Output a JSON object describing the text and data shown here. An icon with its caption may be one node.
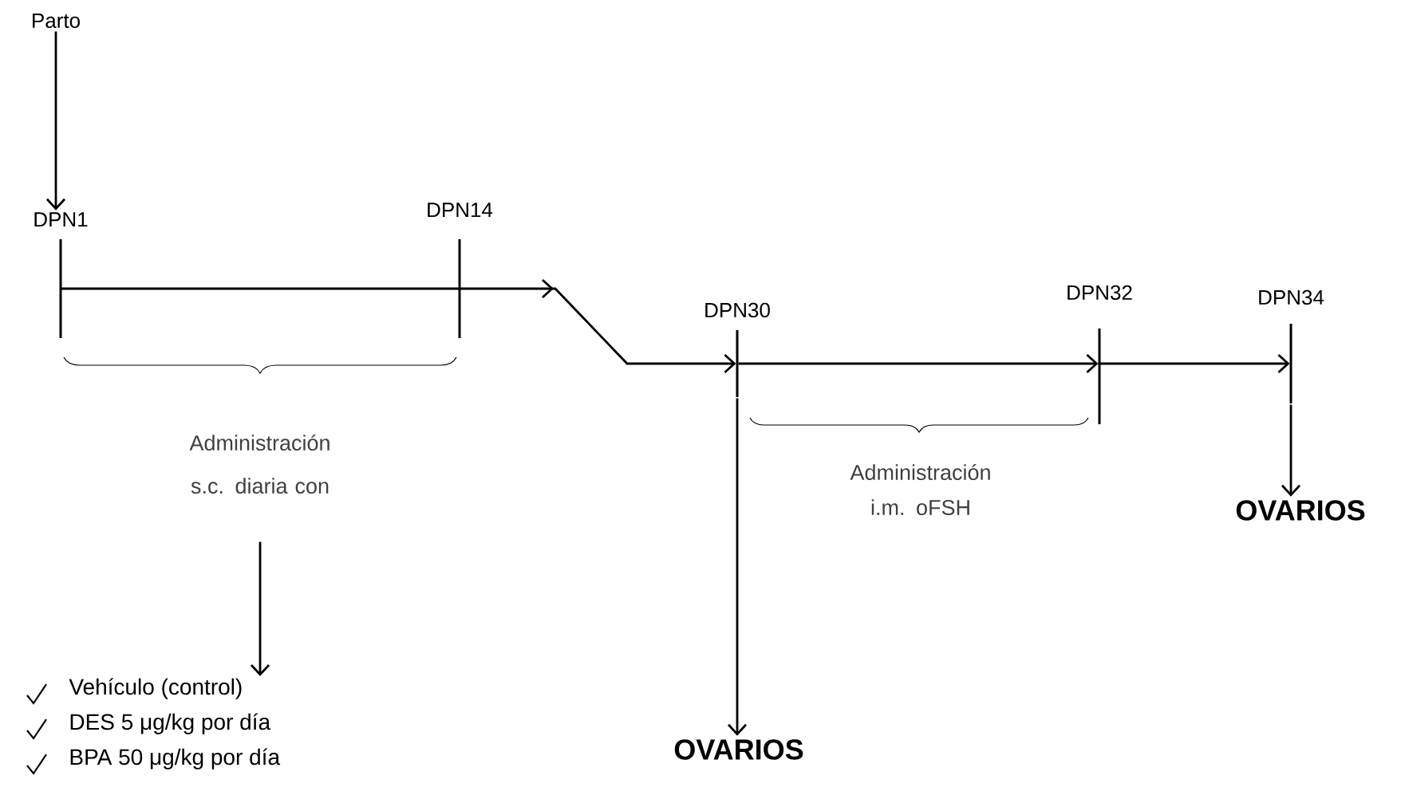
{
  "diagram": {
    "nodes": [
      {
        "text": [
          "Parto"
        ]
      },
      {
        "text": [
          "DPN1"
        ]
      },
      {
        "text": [
          "DPN14"
        ]
      },
      {
        "text": [
          "DPN30"
        ]
      },
      {
        "text": [
          "DPN32"
        ]
      },
      {
        "text": [
          "DPN34"
        ]
      },
      {
        "text": [
          "Administración s.c. diaria con"
        ]
      },
      {
        "text": [
          "Vehículo (control)",
          "DES 5 μg/kg por día",
          "BPA 50 μg/kg por día"
        ]
      },
      {
        "text": [
          "OVARIOS"
        ]
      },
      {
        "text": [
          "OVARIOS"
        ]
      }
    ],
    "edges": [
      {
        "from": 0,
        "to": 1,
        "arrow": "to"
      },
      {
        "from": 1,
        "to": 2,
        "arrow": "none"
      },
      {
        "from": 2,
        "to": 3,
        "arrow": "to"
      },
      {
        "from": 3,
        "to": 4,
        "arrow": "to"
      },
      {
        "from": 4,
        "to": 5,
        "arrow": "to"
      },
      {
        "from": 6,
        "to": 7,
        "arrow": "to"
      },
      {
        "from": 3,
        "to": 8,
        "arrow": "to"
      },
      {
        "from": 5,
        "to": 9,
        "arrow": "to"
      }
    ],
    "labels": [
      "Administración i.m. oFSH"
    ]
  }
}
